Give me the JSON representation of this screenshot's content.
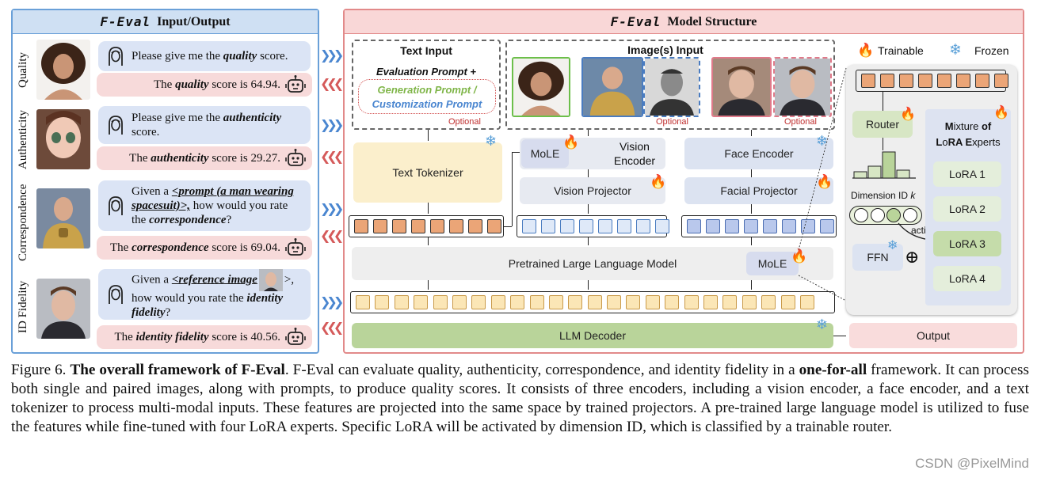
{
  "left_panel": {
    "brand": "F-Eval",
    "title": "Input/Output",
    "rows": [
      {
        "label": "Quality",
        "q_pre": "Please give me the ",
        "q_em": "quality",
        "q_post": " score.",
        "a_pre": "The ",
        "a_em": "quality",
        "a_post": " score is 64.94."
      },
      {
        "label": "Authenticity",
        "q_pre": "Please give me the ",
        "q_em": "authenticity",
        "q_post": " score.",
        "a_pre": "The ",
        "a_em": "authenticity",
        "a_post": " score is 29.27."
      },
      {
        "label": "Correspondence",
        "q_pre": "Given a ",
        "q_em": "<prompt (a man wearing spacesuit)>,",
        "q_post": " how would you rate the ",
        "q_em2": "correspondence",
        "q_post2": "?",
        "a_pre": "The ",
        "a_em": "correspondence",
        "a_post": " score is 69.04."
      },
      {
        "label": "ID Fidelity",
        "q_pre": "Given a ",
        "q_em": "<reference image",
        "q_close": ">,",
        "q_post": " how would you rate the ",
        "q_em2": "identity fidelity",
        "q_post2": "?",
        "a_pre": "The ",
        "a_em": "identity fidelity",
        "a_post": " score is 40.56."
      }
    ]
  },
  "right_panel": {
    "brand": "F-Eval",
    "title": "Model Structure",
    "text_input": {
      "title": "Text Input",
      "eval_prompt": "Evaluation Prompt +",
      "gen_prompt": "Generation Prompt /",
      "cust_prompt": "Customization Prompt",
      "optional": "Optional"
    },
    "image_input": {
      "title": "Image(s) Input",
      "optional1": "Optional",
      "optional2": "Optional"
    },
    "text_tokenizer": "Text Tokenizer",
    "mole": "MoLE",
    "vision_encoder": "Vision Encoder",
    "vision_projector": "Vision Projector",
    "face_encoder": "Face Encoder",
    "facial_projector": "Facial Projector",
    "llm": "Pretrained Large Language Model",
    "llm_mole": "MoLE",
    "decoder": "LLM Decoder",
    "output": "Output",
    "legend": {
      "trainable": "Trainable",
      "frozen": "Frozen"
    },
    "moe": {
      "router": "Router",
      "title_line1_a": "M",
      "title_line1_b": "ixture ",
      "title_line1_c": "o",
      "title_line1_d": "f",
      "title_line2_a": "L",
      "title_line2_b": "o",
      "title_line2_c": "RA ",
      "title_line2_d": "E",
      "title_line2_e": "xperts",
      "dimension": "Dimension ID ",
      "dimension_k": "k",
      "activate": "activate",
      "ffn": "FFN",
      "experts": [
        "LoRA 1",
        "LoRA 2",
        "LoRA 3",
        "LoRA 4"
      ]
    }
  },
  "caption": {
    "fig": "Figure 6. ",
    "bold1": "The overall framework of F-Eval",
    "t1": ". F-Eval can evaluate quality, authenticity, correspondence, and identity fidelity in a ",
    "bold2": "one-for-all",
    "t2": " framework. It can process both single and paired images, along with prompts, to produce quality scores. It consists of three encoders, including a vision encoder, a face encoder, and a text tokenizer to process multi-modal inputs. These features are projected into the same space by trained projectors. A pre-trained large language model is utilized to fuse the features while fine-tuned with four LoRA experts. Specific LoRA will be activated by dimension ID, which is classified by a trainable router."
  },
  "watermark": "CSDN @PixelMind",
  "colors": {
    "blue_frame": "#6aa0d8",
    "red_frame": "#e28a8a",
    "decoder": "#b9d49a",
    "moe_panel": "#eeeeee"
  }
}
